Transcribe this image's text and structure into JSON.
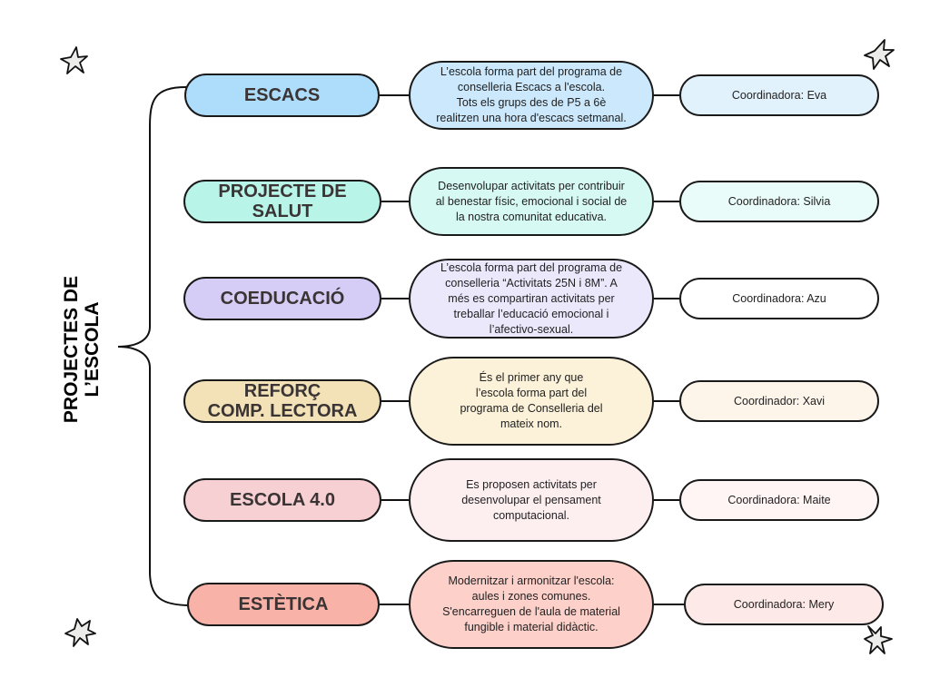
{
  "main_title": {
    "line1": "PROJECTES DE",
    "line2": "L’ESCOLA"
  },
  "projects": [
    {
      "title_lines": [
        "ESCACS"
      ],
      "title_color": "#aedcfb",
      "desc_color": "#cbe8fc",
      "coord_color": "#e2f2fd",
      "description_lines": [
        "L’escola forma part del programa de",
        "conselleria Escacs a l'escola.",
        "Tots els grups des de P5 a 6è",
        "realitzen una hora d'escacs setmanal."
      ],
      "coordinator": "Coordinadora: Eva"
    },
    {
      "title_lines": [
        "PROJECTE DE",
        "SALUT"
      ],
      "title_color": "#b8f4e8",
      "desc_color": "#d6faf3",
      "coord_color": "#e9fcf9",
      "description_lines": [
        "Desenvolupar activitats per contribuir",
        "al benestar físic, emocional i social de",
        "la nostra comunitat educativa."
      ],
      "coordinator": "Coordinadora: Silvia"
    },
    {
      "title_lines": [
        "COEDUCACIÓ"
      ],
      "title_color": "#d5cdf6",
      "desc_color": "#ece8fc",
      "coord_color": "#ffffff",
      "description_lines": [
        "L’escola forma part del programa de",
        "conselleria “Activitats 25N i 8M”. A",
        "més es compartiran activitats per",
        "treballar l’educació emocional i",
        "l’afectivo-sexual."
      ],
      "coordinator": "Coordinadora: Azu"
    },
    {
      "title_lines": [
        "REFORÇ",
        "COMP. LECTORA"
      ],
      "title_color": "#f3e2b8",
      "desc_color": "#fcf1d9",
      "coord_color": "#fdf5ea",
      "description_lines": [
        "És el primer any que",
        "l’escola forma part del",
        "programa de Conselleria del",
        "mateix nom."
      ],
      "coordinator": "Coordinador: Xavi"
    },
    {
      "title_lines": [
        "ESCOLA 4.0"
      ],
      "title_color": "#f7d0d4",
      "desc_color": "#fdeef0",
      "coord_color": "#fff5f5",
      "description_lines": [
        "Es proposen activitats per",
        "desenvolupar el pensament",
        "computacional."
      ],
      "coordinator": "Coordinadora: Maite"
    },
    {
      "title_lines": [
        "ESTÈTICA"
      ],
      "title_color": "#f8b2a8",
      "desc_color": "#fdd0ca",
      "coord_color": "#fde9e7",
      "description_lines": [
        "Modernitzar i armonitzar l'escola:",
        "aules i zones comunes.",
        "S'encarreguen de l'aula de material",
        "fungible i material didàctic."
      ],
      "coordinator": "Coordinadora: Mery"
    }
  ],
  "decorations": [
    "star-icon",
    "star-icon",
    "star-icon",
    "star-icon"
  ]
}
